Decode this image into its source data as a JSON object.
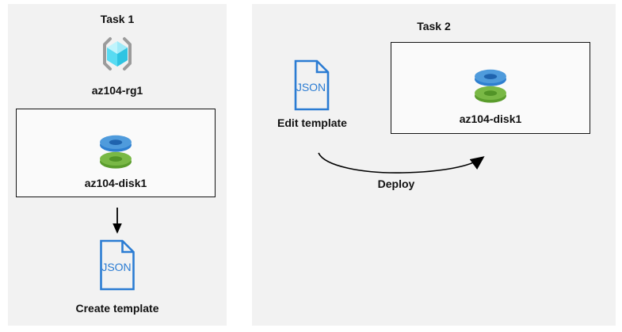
{
  "task1": {
    "title": "Task 1",
    "resource_group": {
      "icon": "resource-group-icon",
      "label": "az104-rg1"
    },
    "disk": {
      "icon": "managed-disk-icon",
      "label": "az104-disk1"
    },
    "flow_arrow_icon": "down-arrow-icon",
    "template_file": {
      "icon": "json-file-icon",
      "file_type_text": "JSON"
    },
    "action_label": "Create template"
  },
  "task2": {
    "title": "Task 2",
    "template_file": {
      "icon": "json-file-icon",
      "file_type_text": "JSON"
    },
    "edit_label": "Edit template",
    "disk": {
      "icon": "managed-disk-icon",
      "label": "az104-disk1"
    },
    "deploy_arrow_icon": "curved-arrow-icon",
    "deploy_label": "Deploy"
  },
  "colors": {
    "panel_bg": "#f2f2f2",
    "box_bg": "#fafafa",
    "json_blue": "#2b7cd3",
    "disk_blue_top": "#4f9bdc",
    "disk_blue_side": "#2e7fd0",
    "disk_blue_hole": "#1f63ae",
    "disk_green_top": "#79b845",
    "disk_green_side": "#5a9c2c",
    "disk_green_hole": "#529427",
    "bracket_gray": "#9b9b9b",
    "cube_face_lightest": "#c0f4fc",
    "cube_face_light": "#9feaf8",
    "cube_face_mid": "#58dbf2",
    "cube_face_dark": "#2ec4e2"
  }
}
